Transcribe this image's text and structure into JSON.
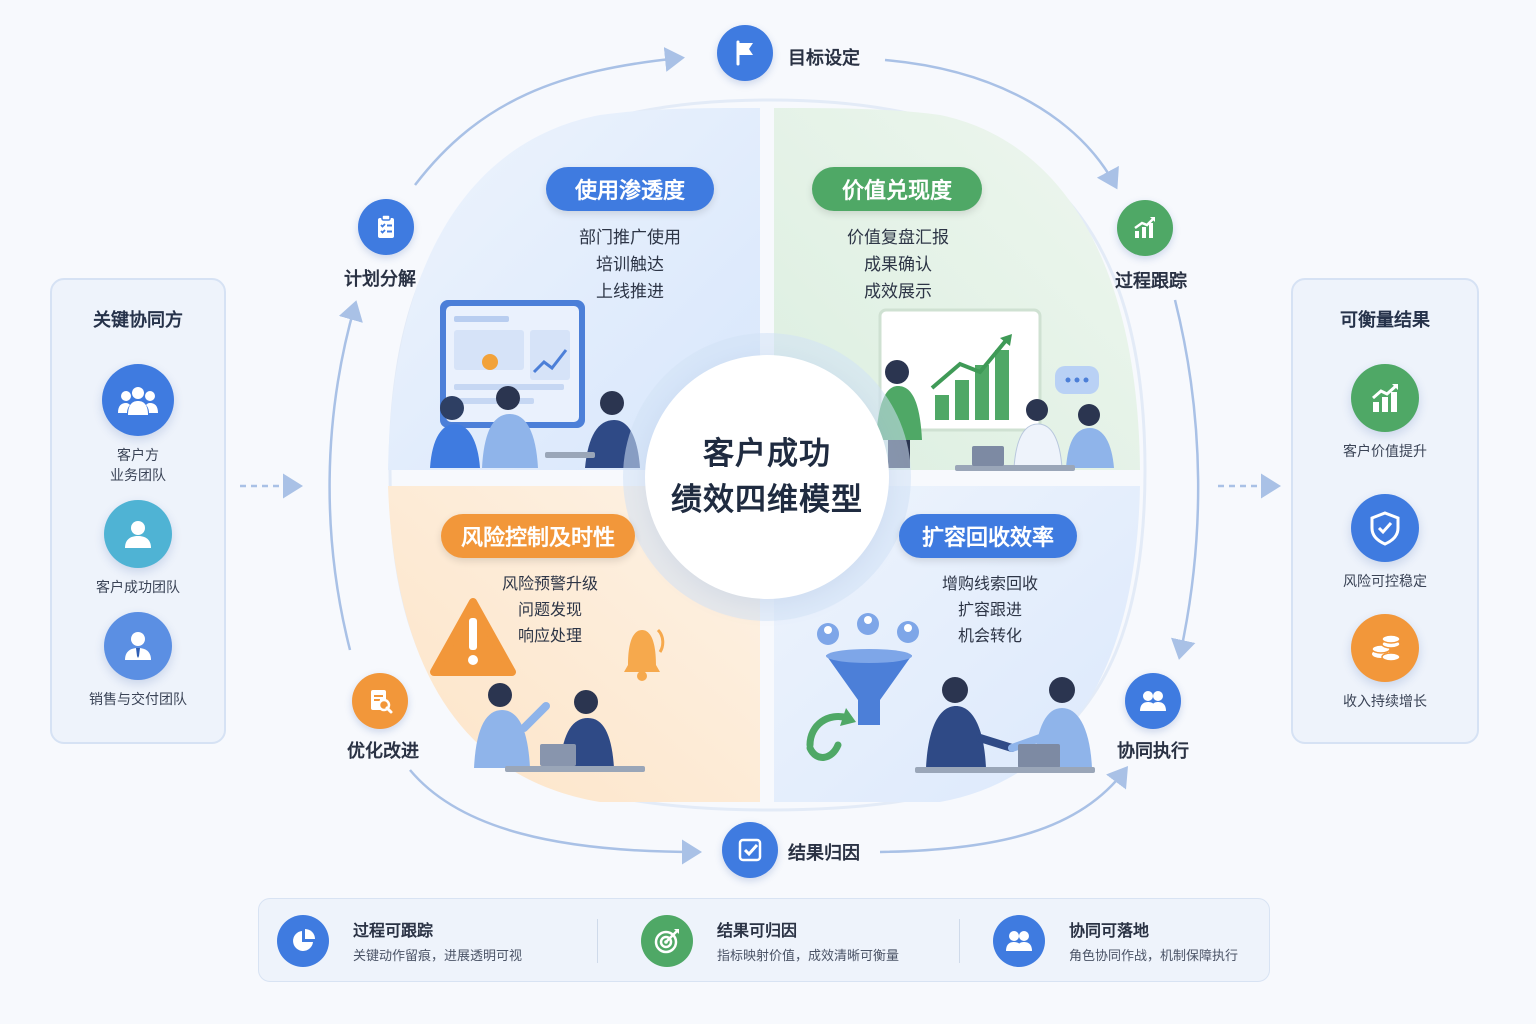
{
  "center": {
    "line1": "客户成功",
    "line2": "绩效四维模型"
  },
  "quadrants": [
    {
      "title": "使用渗透度",
      "items": [
        "部门推广使用",
        "培训触达",
        "上线推进"
      ],
      "color": "#3f7be0"
    },
    {
      "title": "价值兑现度",
      "items": [
        "价值复盘汇报",
        "成果确认",
        "成效展示"
      ],
      "color": "#4fa866"
    },
    {
      "title": "风险控制及时性",
      "items": [
        "风险预警升级",
        "问题发现",
        "响应处理"
      ],
      "color": "#f2973a"
    },
    {
      "title": "扩容回收效率",
      "items": [
        "增购线索回收",
        "扩容跟进",
        "机会转化"
      ],
      "color": "#3f7be0"
    }
  ],
  "cycle": [
    {
      "label": "目标设定",
      "icon": "flag-icon"
    },
    {
      "label": "过程跟踪",
      "icon": "trend-chart-icon"
    },
    {
      "label": "协同执行",
      "icon": "team-icon"
    },
    {
      "label": "结果归因",
      "icon": "checkbox-icon"
    },
    {
      "label": "优化改进",
      "icon": "document-search-icon"
    },
    {
      "label": "计划分解",
      "icon": "clipboard-checklist-icon"
    }
  ],
  "left_panel": {
    "title": "关键协同方",
    "items": [
      {
        "label_lines": [
          "客户方",
          "业务团队"
        ],
        "icon": "group-icon"
      },
      {
        "label_lines": [
          "客户成功团队"
        ],
        "icon": "person-icon"
      },
      {
        "label_lines": [
          "销售与交付团队"
        ],
        "icon": "businessperson-icon"
      }
    ]
  },
  "right_panel": {
    "title": "可衡量结果",
    "items": [
      {
        "label": "客户价值提升",
        "icon": "growth-chart-icon"
      },
      {
        "label": "风险可控稳定",
        "icon": "shield-check-icon"
      },
      {
        "label": "收入持续增长",
        "icon": "coins-icon"
      }
    ]
  },
  "bottom": [
    {
      "title": "过程可跟踪",
      "desc": "关键动作留痕，进展透明可视",
      "icon": "pie-chart-icon"
    },
    {
      "title": "结果可归因",
      "desc": "指标映射价值，成效清晰可衡量",
      "icon": "target-icon"
    },
    {
      "title": "协同可落地",
      "desc": "角色协同作战，机制保障执行",
      "icon": "team-icon"
    }
  ],
  "colors": {
    "blue": "#3f7be0",
    "green": "#4fa866",
    "orange": "#f2973a",
    "teal": "#4fb3d4"
  }
}
